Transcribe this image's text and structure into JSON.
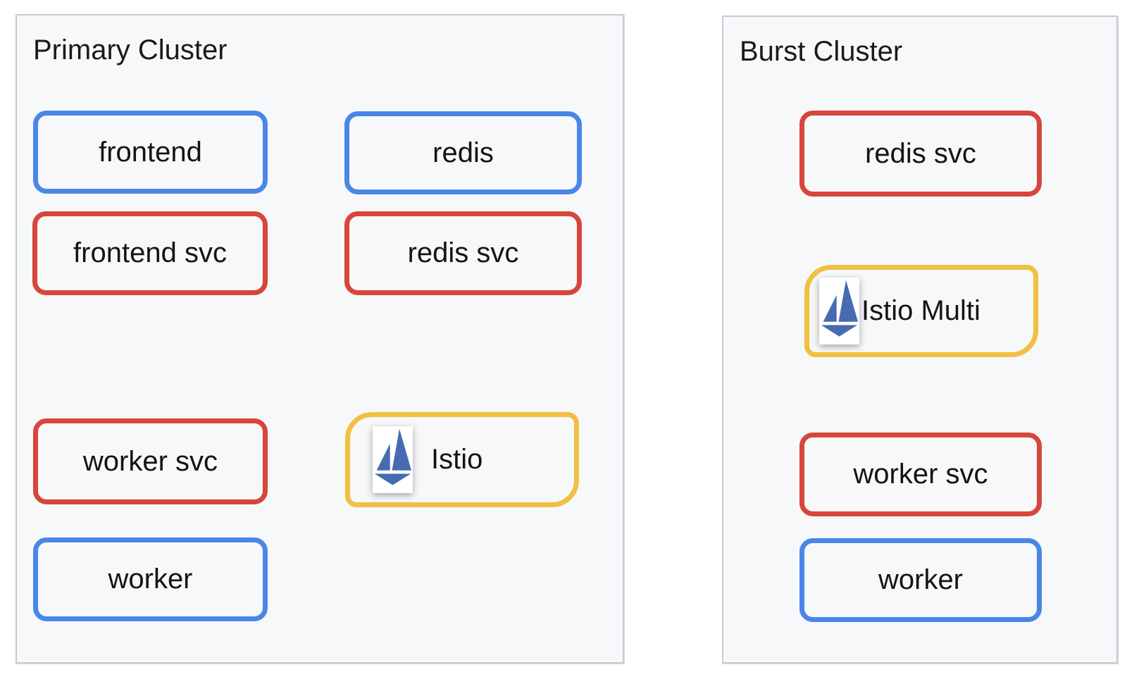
{
  "diagram": {
    "type": "architecture-diagram",
    "colors": {
      "cluster_background": "#f7f8fa",
      "cluster_border": "#c7cbd1",
      "deployment_border_blue": "#4a86e8",
      "service_border_red": "#d8453a",
      "istio_border_gold": "#f1bf42",
      "istio_logo_blue": "#466bb0",
      "text": "#141414",
      "page_background": "#ffffff"
    },
    "clusters": [
      {
        "title": "Primary Cluster",
        "nodes": [
          {
            "label": "frontend",
            "kind": "deployment",
            "border_color": "#4a86e8"
          },
          {
            "label": "redis",
            "kind": "deployment",
            "border_color": "#4a86e8"
          },
          {
            "label": "frontend svc",
            "kind": "service",
            "border_color": "#d8453a"
          },
          {
            "label": "redis svc",
            "kind": "service",
            "border_color": "#d8453a"
          },
          {
            "label": "worker svc",
            "kind": "service",
            "border_color": "#d8453a"
          },
          {
            "label": "Istio",
            "kind": "istio",
            "border_color": "#f1bf42",
            "icon": "istio-sailboat-icon"
          },
          {
            "label": "worker",
            "kind": "deployment",
            "border_color": "#4a86e8"
          }
        ]
      },
      {
        "title": "Burst Cluster",
        "nodes": [
          {
            "label": "redis svc",
            "kind": "service",
            "border_color": "#d8453a"
          },
          {
            "label": "Istio Multi",
            "kind": "istio",
            "border_color": "#f1bf42",
            "icon": "istio-sailboat-icon"
          },
          {
            "label": "worker svc",
            "kind": "service",
            "border_color": "#d8453a"
          },
          {
            "label": "worker",
            "kind": "deployment",
            "border_color": "#4a86e8"
          }
        ]
      }
    ]
  }
}
